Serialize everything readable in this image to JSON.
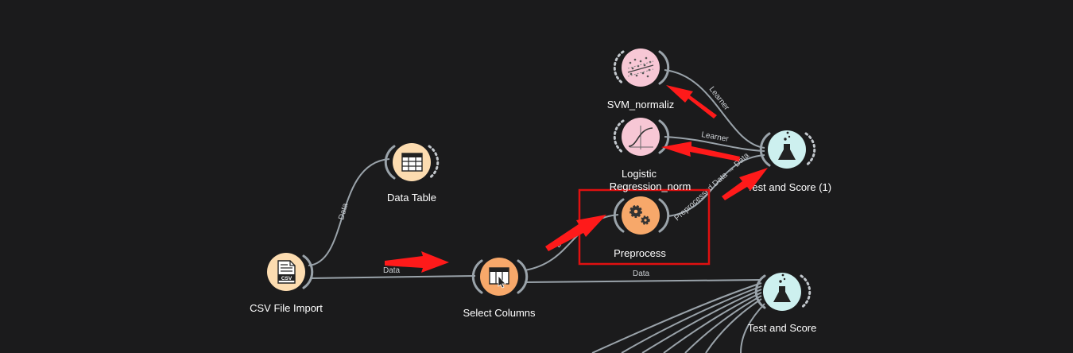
{
  "widgets": {
    "csv_file_import": {
      "label": "CSV File Import",
      "icon": "csv-file-icon",
      "color": "#fcdcb0"
    },
    "data_table": {
      "label": "Data Table",
      "icon": "table-icon",
      "color": "#fcdcb0"
    },
    "select_columns": {
      "label": "Select Columns",
      "icon": "select-columns-icon",
      "color": "#f7a86a"
    },
    "preprocess": {
      "label": "Preprocess",
      "icon": "gears-icon",
      "color": "#f7a86a"
    },
    "svm_normalized": {
      "label": "SVM_normaliz",
      "icon": "scatter-icon",
      "color": "#f7c7d5"
    },
    "logistic_regression": {
      "label_line1": "Logistic",
      "label_line2": "Regression_norm",
      "icon": "sigmoid-icon",
      "color": "#f7c7d5"
    },
    "test_and_score_1": {
      "label": "Test and Score (1)",
      "icon": "flask-icon",
      "color": "#cdf0ef"
    },
    "test_and_score": {
      "label": "Test and Score",
      "icon": "flask-icon",
      "color": "#cdf0ef"
    }
  },
  "links": {
    "csv_to_datatable": "Data",
    "csv_to_select": "Data",
    "select_to_preprocess": "Data",
    "select_to_testscore": "Data",
    "preprocess_to_testscore1": "Preprocessed Data → Data",
    "logreg_to_testscore1": "Learner",
    "svm_to_testscore1": "Learner"
  },
  "annotation_color": "#ff1a1a"
}
